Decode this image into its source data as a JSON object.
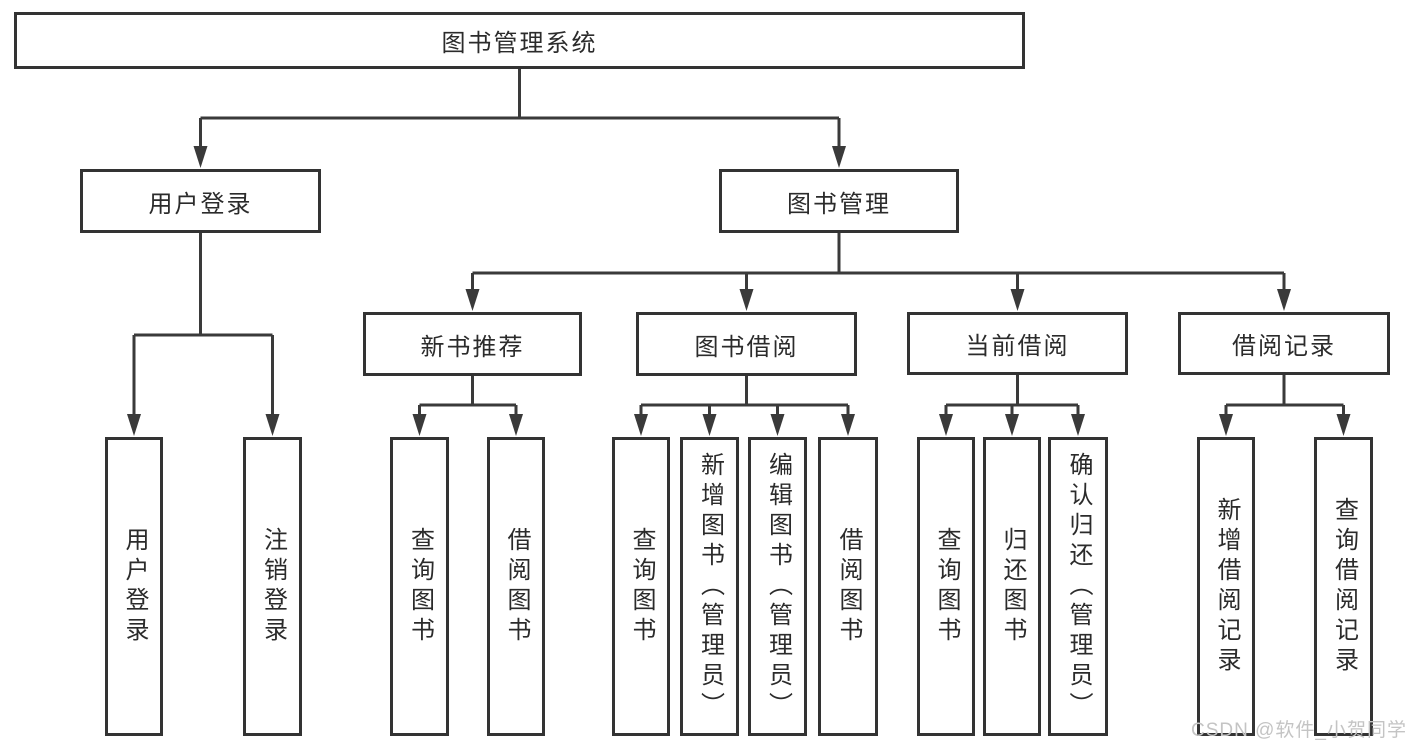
{
  "diagram": {
    "root": {
      "label": "图书管理系统"
    },
    "children": [
      {
        "label": "用户登录",
        "children": [
          {
            "label": "用户登录"
          },
          {
            "label": "注销登录"
          }
        ]
      },
      {
        "label": "图书管理",
        "children": [
          {
            "label": "新书推荐",
            "children": [
              {
                "label": "查询图书"
              },
              {
                "label": "借阅图书"
              }
            ]
          },
          {
            "label": "图书借阅",
            "children": [
              {
                "label": "查询图书"
              },
              {
                "label": "新增图书（管理员）"
              },
              {
                "label": "编辑图书（管理员）"
              },
              {
                "label": "借阅图书"
              }
            ]
          },
          {
            "label": "当前借阅",
            "children": [
              {
                "label": "查询图书"
              },
              {
                "label": "归还图书"
              },
              {
                "label": "确认归还（管理员）"
              }
            ]
          },
          {
            "label": "借阅记录",
            "children": [
              {
                "label": "新增借阅记录"
              },
              {
                "label": "查询借阅记录"
              }
            ]
          }
        ]
      }
    ]
  },
  "watermark": {
    "text": "CSDN @软件_小贺同学"
  },
  "colors": {
    "line": "#3a3a3a",
    "box_border": "#333333",
    "box_fill": "#ffffff",
    "text": "#2b2b2b",
    "watermark": "#c4c4c4",
    "background": "#ffffff"
  }
}
